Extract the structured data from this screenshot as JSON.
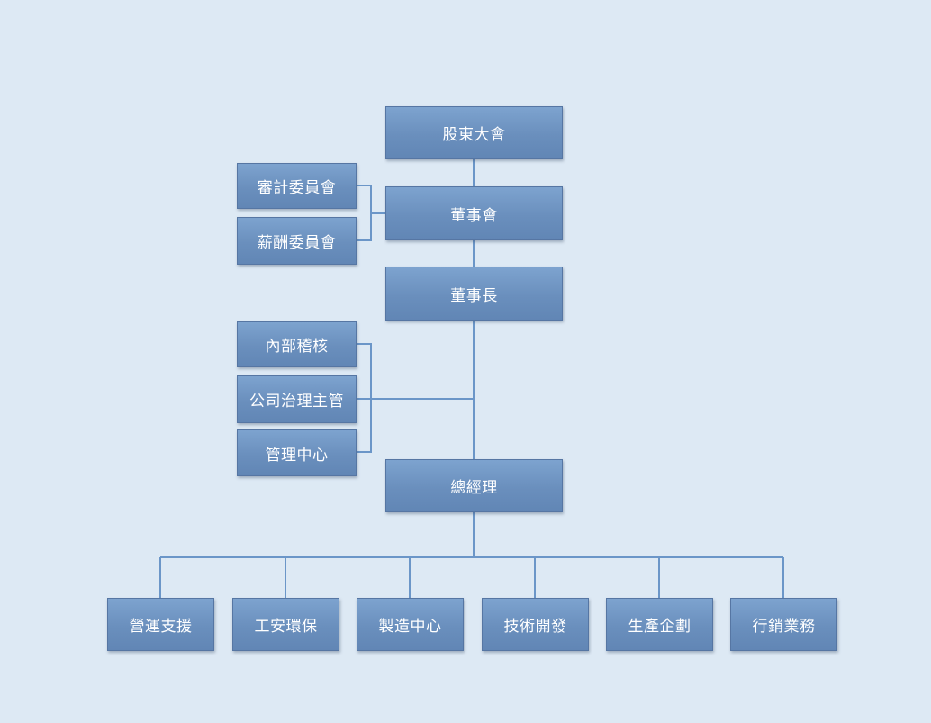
{
  "nodes": {
    "shareholders": "股東大會",
    "board": "董事會",
    "audit_committee": "審計委員會",
    "compensation_committee": "薪酬委員會",
    "chairman": "董事長",
    "internal_audit": "內部稽核",
    "governance_officer": "公司治理主管",
    "management_center": "管理中心",
    "general_manager": "總經理",
    "departments": [
      "營運支援",
      "工安環保",
      "製造中心",
      "技術開發",
      "生產企劃",
      "行銷業務"
    ]
  },
  "colors": {
    "background": "#dde9f4",
    "box": "#6a8fbd",
    "connector": "#6b96c8"
  }
}
